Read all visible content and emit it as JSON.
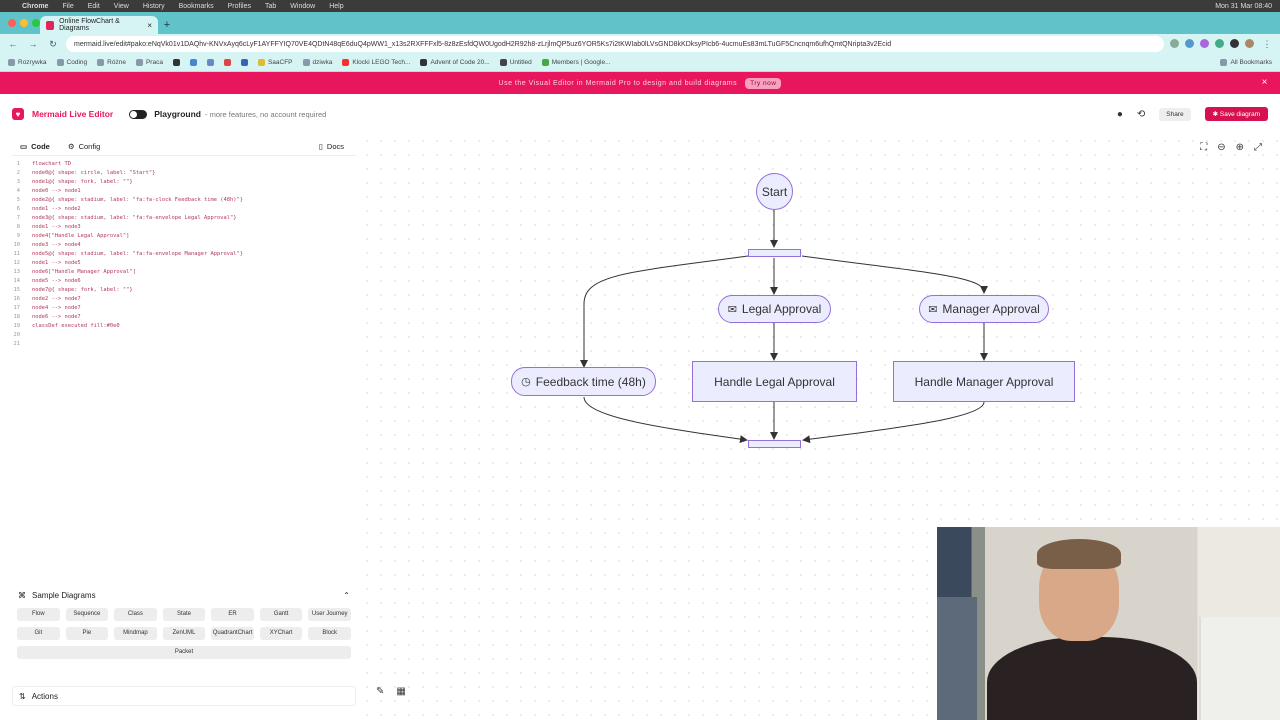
{
  "mac_menu": {
    "app": "Chrome",
    "items": [
      "File",
      "Edit",
      "View",
      "History",
      "Bookmarks",
      "Profiles",
      "Tab",
      "Window",
      "Help"
    ],
    "clock": "Mon 31 Mar  08:40"
  },
  "browser": {
    "tab_title": "Online FlowChart & Diagrams",
    "url": "mermaid.live/edit#pako:eNqVk01v1DAQhv-KNVxAyq6cLyF1AYFFYIQ70VE4QDtN48qE6duQ4pWW1_x13s2RXFFFxl5-8z8zEsfdQW0UgodH2R92h8-zLrjlmQP5uz6YOR5Ks7i2tKWIab0lLVsGND8kKDksyPIcb6-4ucmuEs83mLTuGF5Cncnqm6ufhQmtQNripta3v2Ecid",
    "bookmarks": [
      "Rozrywka",
      "Coding",
      "Różne",
      "Praca",
      "SaaCFP",
      "dziwka",
      "Klocki LEGO Tech...",
      "Advent of Code 20...",
      "Untitled",
      "Members | Google..."
    ],
    "all_bookmarks": "All Bookmarks"
  },
  "promo": {
    "text": "Use the Visual Editor in Mermaid Pro to design and build diagrams",
    "try_label": "Try now"
  },
  "header": {
    "title": "Mermaid Live Editor",
    "playground": "Playground",
    "playground_sub": "- more features, no account required",
    "share": "Share",
    "save": "Save diagram"
  },
  "editor": {
    "tabs": {
      "code": "Code",
      "config": "Config",
      "docs": "Docs"
    },
    "lines": [
      "flowchart TD",
      "node0@{ shape: circle, label: \"Start\"}",
      "node1@{ shape: fork, label: \"\"}",
      "node0 --> node1",
      "node2@{ shape: stadium, label: \"fa:fa-clock Feedback time (48h)\"}",
      "node1 --> node2",
      "node3@{ shape: stadium, label: \"fa:fa-envelope Legal Approval\"}",
      "node1 --> node3",
      "node4[\"Handle Legal Approval\"]",
      "node3 --> node4",
      "node5@{ shape: stadium, label: \"fa:fa-envelope Manager Approval\"}",
      "node1 --> node5",
      "node6[\"Handle Manager Approval\"]",
      "node5 --> node6",
      "node7@{ shape: fork, label: \"\"}",
      "node2 --> node7",
      "node4 --> node7",
      "node6 --> node7",
      "classDef executed fill:#0e0",
      "",
      ""
    ]
  },
  "samples": {
    "title": "Sample Diagrams",
    "buttons": [
      "Flow",
      "Sequence",
      "Class",
      "State",
      "ER",
      "Gantt",
      "User Journey",
      "Git",
      "Pie",
      "Mindmap",
      "ZenUML",
      "QuadrantChart",
      "XYChart",
      "Block",
      "Packet"
    ]
  },
  "actions": {
    "title": "Actions"
  },
  "diagram": {
    "start": "Start",
    "feedback": "Feedback time (48h)",
    "legal": "Legal Approval",
    "manager": "Manager Approval",
    "handle_legal": "Handle Legal Approval",
    "handle_manager": "Handle Manager Approval"
  },
  "icons": {
    "clock": "clock-icon",
    "envelope": "envelope-icon"
  },
  "colors": {
    "brand": "#e8175d",
    "node_fill": "#ececff",
    "node_border": "#9370db",
    "tab_strip": "#5fc3c9"
  }
}
